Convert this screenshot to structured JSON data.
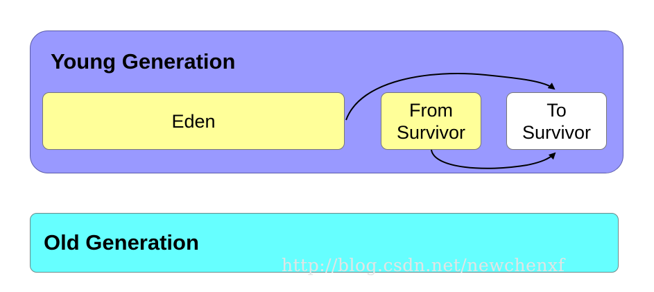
{
  "young_generation": {
    "title": "Young Generation",
    "eden": "Eden",
    "from_survivor": [
      "From",
      "Survivor"
    ],
    "to_survivor": [
      "To",
      "Survivor"
    ]
  },
  "old_generation": {
    "title": "Old Generation"
  },
  "watermark": "http://blog.csdn.net/newchenxf",
  "colors": {
    "young_bg": "#9999ff",
    "eden_bg": "#ffff99",
    "from_bg": "#ffff99",
    "to_bg": "#ffffff",
    "old_bg": "#66ffff"
  }
}
